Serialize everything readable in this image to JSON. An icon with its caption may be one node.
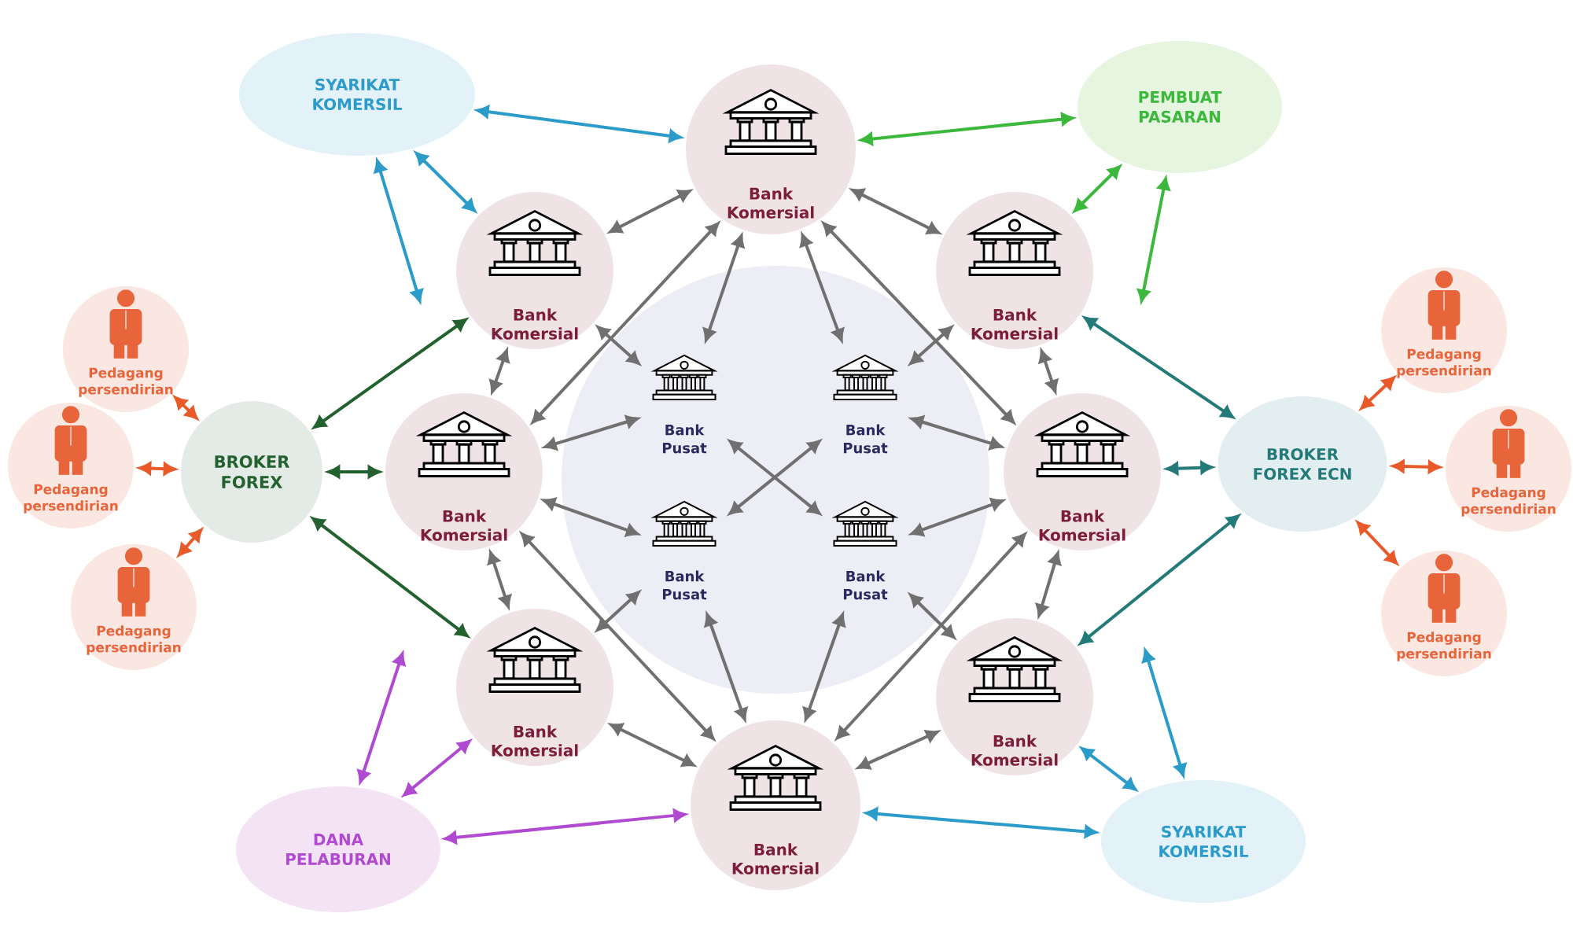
{
  "diagram": {
    "nodes": [
      {
        "text": [
          "SYARIKAT KOMERSIL"
        ]
      },
      {
        "text": [
          "Bank Komersial"
        ]
      },
      {
        "text": [
          "PEMBUAT PASARAN"
        ]
      },
      {
        "text": [
          "Bank Komersial"
        ]
      },
      {
        "text": [
          "Bank Komersial"
        ]
      },
      {
        "text": [
          "Pedagang persendirian"
        ]
      },
      {
        "text": [
          "Pedagang persendirian"
        ]
      },
      {
        "text": [
          "Pedagang persendirian"
        ]
      },
      {
        "text": [
          "BROKER FOREX"
        ]
      },
      {
        "text": [
          "Bank Komersial"
        ]
      },
      {
        "text": [
          "Bank Pusat"
        ]
      },
      {
        "text": [
          "Bank Pusat"
        ]
      },
      {
        "text": [
          "Bank Pusat"
        ]
      },
      {
        "text": [
          "Bank Pusat"
        ]
      },
      {
        "text": [
          "Bank Komersial"
        ]
      },
      {
        "text": [
          "BROKER FOREX ECN"
        ]
      },
      {
        "text": [
          "Pedagang persendirian"
        ]
      },
      {
        "text": [
          "Pedagang persendirian"
        ]
      },
      {
        "text": [
          "Pedagang persendirian"
        ]
      },
      {
        "text": [
          "Bank Komersial"
        ]
      },
      {
        "text": [
          "Bank Komersial"
        ]
      },
      {
        "text": [
          "Bank Komersial"
        ]
      },
      {
        "text": [
          "DANA PELABURAN"
        ]
      },
      {
        "text": [
          "SYARIKAT KOMERSIL"
        ]
      }
    ],
    "edges": [
      {
        "from": 0,
        "to": 1,
        "arrow": "both",
        "color": "#2b9cc9"
      },
      {
        "from": 0,
        "to": 3,
        "arrow": "both",
        "color": "#2b9cc9"
      },
      {
        "from": 0,
        "to": null,
        "arrow": "both",
        "color": "#2b9cc9"
      },
      {
        "from": 2,
        "to": 1,
        "arrow": "both",
        "color": "#3cb83c"
      },
      {
        "from": 2,
        "to": 4,
        "arrow": "both",
        "color": "#3cb83c"
      },
      {
        "from": 2,
        "to": null,
        "arrow": "both",
        "color": "#3cb83c"
      },
      {
        "from": 1,
        "to": 3,
        "arrow": "both"
      },
      {
        "from": 1,
        "to": 4,
        "arrow": "both"
      },
      {
        "from": 1,
        "to": 9,
        "arrow": "both"
      },
      {
        "from": 1,
        "to": 14,
        "arrow": "both"
      },
      {
        "from": 1,
        "to": 10,
        "arrow": "both"
      },
      {
        "from": 1,
        "to": 11,
        "arrow": "both"
      },
      {
        "from": 3,
        "to": 9,
        "arrow": "both"
      },
      {
        "from": 3,
        "to": 10,
        "arrow": "both"
      },
      {
        "from": 4,
        "to": 11,
        "arrow": "both"
      },
      {
        "from": 4,
        "to": 14,
        "arrow": "both"
      },
      {
        "from": 5,
        "to": 8,
        "arrow": "both",
        "color": "#e85a2a"
      },
      {
        "from": 6,
        "to": 8,
        "arrow": "both",
        "color": "#e85a2a"
      },
      {
        "from": 7,
        "to": 8,
        "arrow": "both",
        "color": "#e85a2a"
      },
      {
        "from": 8,
        "to": 3,
        "arrow": "both",
        "color": "#23622f"
      },
      {
        "from": 8,
        "to": 9,
        "arrow": "both",
        "color": "#23622f"
      },
      {
        "from": 8,
        "to": 19,
        "arrow": "both",
        "color": "#23622f"
      },
      {
        "from": 9,
        "to": 10,
        "arrow": "both"
      },
      {
        "from": 9,
        "to": 12,
        "arrow": "both"
      },
      {
        "from": 9,
        "to": 19,
        "arrow": "both"
      },
      {
        "from": 9,
        "to": 21,
        "arrow": "both"
      },
      {
        "from": 10,
        "to": 13,
        "arrow": "both"
      },
      {
        "from": 11,
        "to": 12,
        "arrow": "both"
      },
      {
        "from": 11,
        "to": 14,
        "arrow": "both"
      },
      {
        "from": 13,
        "to": 14,
        "arrow": "both"
      },
      {
        "from": 12,
        "to": 19,
        "arrow": "both"
      },
      {
        "from": 12,
        "to": 21,
        "arrow": "both"
      },
      {
        "from": 13,
        "to": 21,
        "arrow": "both"
      },
      {
        "from": 13,
        "to": 20,
        "arrow": "both"
      },
      {
        "from": 14,
        "to": 20,
        "arrow": "both"
      },
      {
        "from": 14,
        "to": 21,
        "arrow": "both"
      },
      {
        "from": 15,
        "to": 4,
        "arrow": "both",
        "color": "#237a78"
      },
      {
        "from": 15,
        "to": 14,
        "arrow": "both",
        "color": "#237a78"
      },
      {
        "from": 15,
        "to": 20,
        "arrow": "both",
        "color": "#237a78"
      },
      {
        "from": 16,
        "to": 15,
        "arrow": "both",
        "color": "#e85a2a"
      },
      {
        "from": 17,
        "to": 15,
        "arrow": "both",
        "color": "#e85a2a"
      },
      {
        "from": 18,
        "to": 15,
        "arrow": "both",
        "color": "#e85a2a"
      },
      {
        "from": 19,
        "to": 21,
        "arrow": "both"
      },
      {
        "from": 20,
        "to": 21,
        "arrow": "both"
      },
      {
        "from": 22,
        "to": 21,
        "arrow": "both",
        "color": "#b04ad0"
      },
      {
        "from": 22,
        "to": 19,
        "arrow": "both",
        "color": "#b04ad0"
      },
      {
        "from": null,
        "to": 22,
        "arrow": "both",
        "color": "#b04ad0"
      },
      {
        "from": 23,
        "to": 21,
        "arrow": "both",
        "color": "#2b9cc9"
      },
      {
        "from": 23,
        "to": 20,
        "arrow": "both",
        "color": "#2b9cc9"
      },
      {
        "from": null,
        "to": 23,
        "arrow": "both",
        "color": "#2b9cc9"
      }
    ]
  }
}
